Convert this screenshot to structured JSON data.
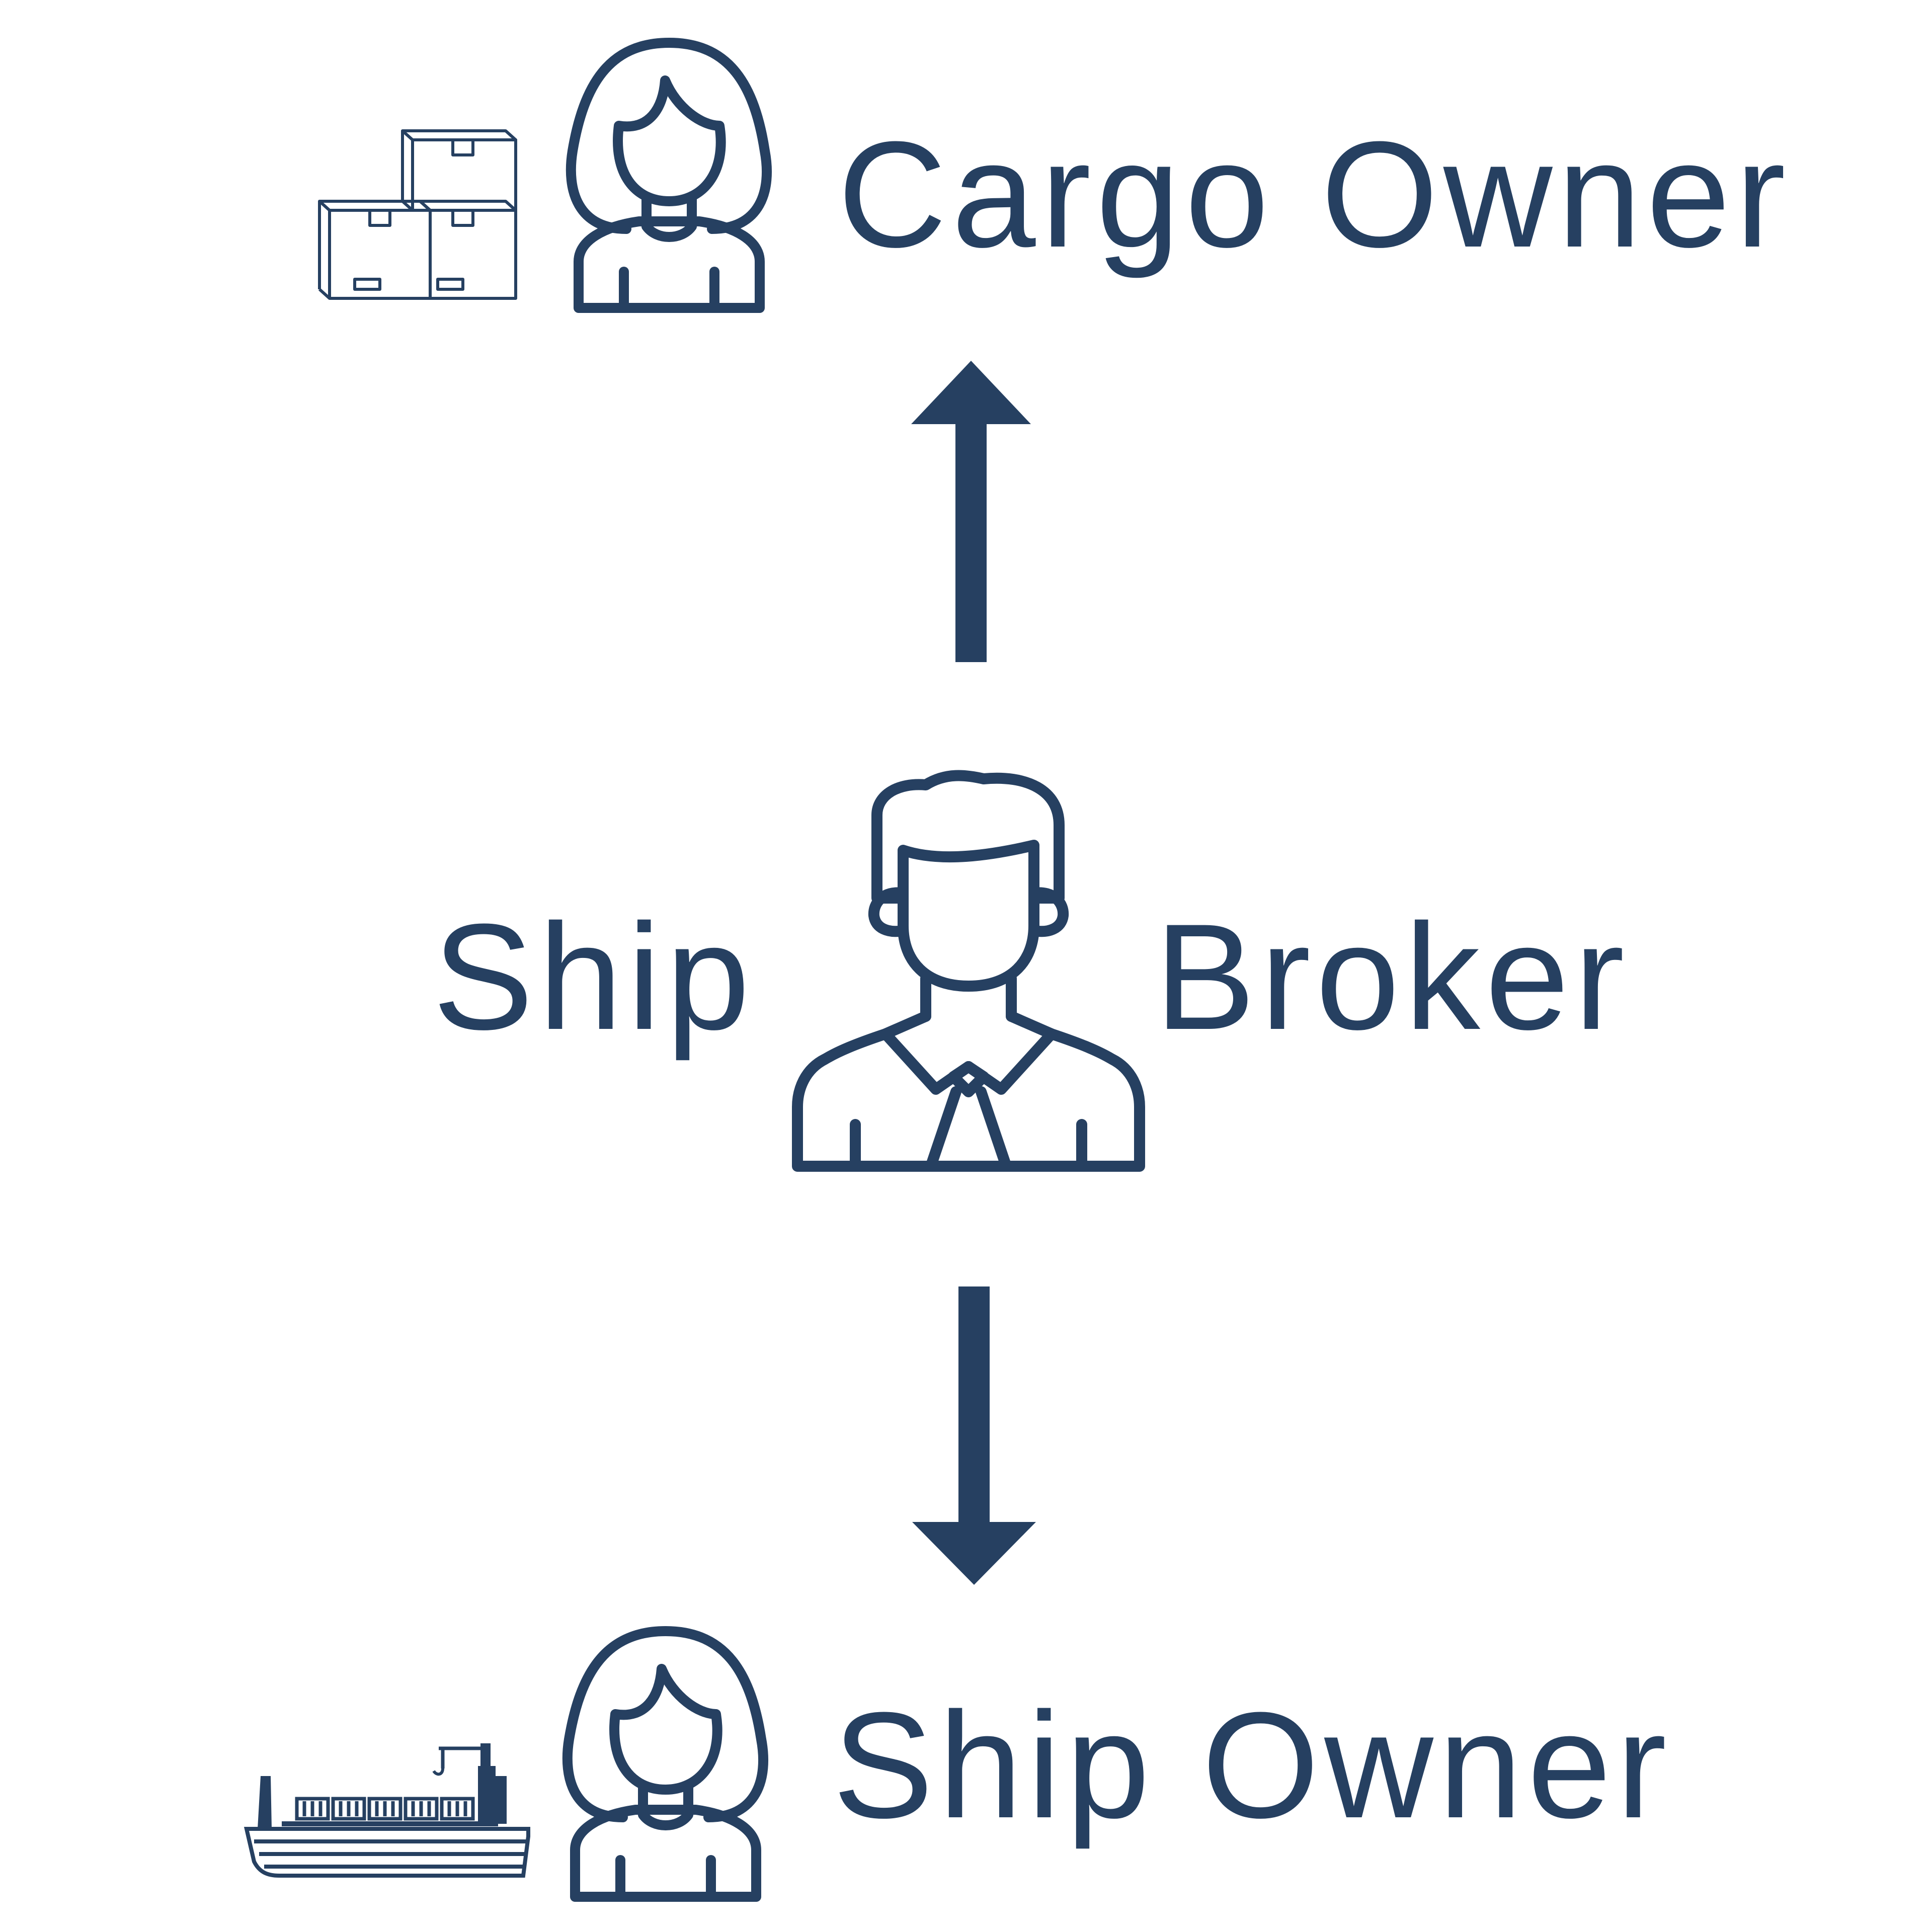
{
  "colors": {
    "primary": "#264061",
    "background": "#ffffff"
  },
  "nodes": {
    "cargo_owner": {
      "label": "Cargo Owner",
      "person_icon": "woman-person-icon",
      "object_icon": "cardboard-boxes-icon"
    },
    "ship_broker": {
      "label_left": "Ship",
      "label_right": "Broker",
      "person_icon": "businessman-person-icon"
    },
    "ship_owner": {
      "label": "Ship Owner",
      "person_icon": "woman-person-icon",
      "object_icon": "container-ship-icon"
    }
  },
  "edges": [
    {
      "from": "ship_broker",
      "to": "cargo_owner",
      "direction": "up"
    },
    {
      "from": "ship_broker",
      "to": "ship_owner",
      "direction": "down"
    }
  ]
}
